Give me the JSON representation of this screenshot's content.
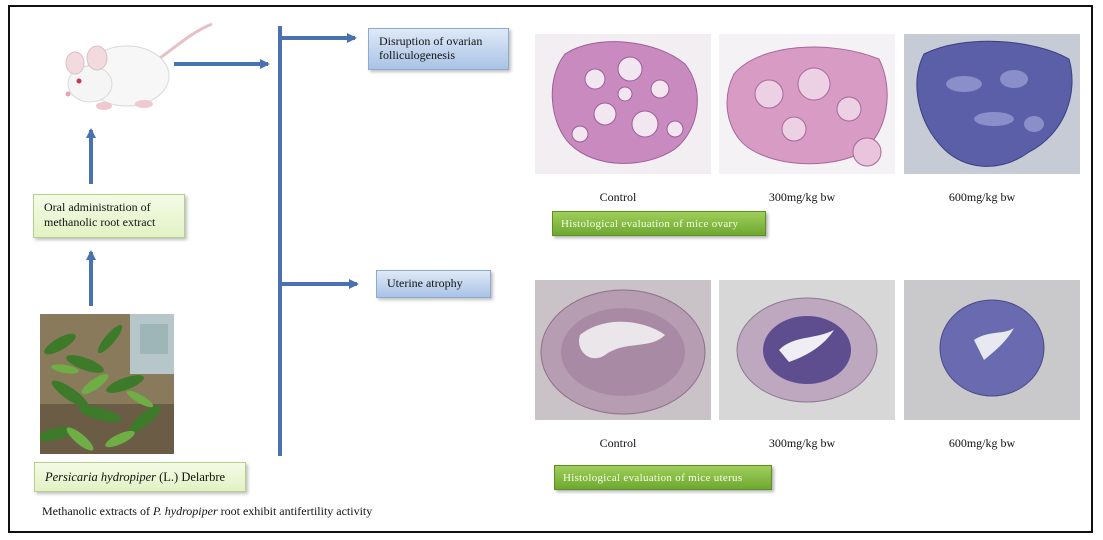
{
  "source": {
    "species": "Persicaria hydropiper",
    "authority": " (L.) Delarbre"
  },
  "administration": {
    "line1": "Oral administration of",
    "line2": "methanolic root extract"
  },
  "effects": {
    "ovary_effect_line1": "Disruption of ovarian",
    "ovary_effect_line2": "folliculogenesis",
    "uterus_effect": "Uterine atrophy"
  },
  "ovary_panel": {
    "captions": [
      "Control",
      "300mg/kg bw",
      "600mg/kg bw"
    ],
    "label": "Histological  evaluation  of mice  ovary"
  },
  "uterus_panel": {
    "captions": [
      "Control",
      "300mg/kg bw",
      "600mg/kg bw"
    ],
    "label": "Histological  evaluation  of mice   uterus"
  },
  "conclusion": {
    "prefix": "Methanolic extracts of ",
    "species_abbr": "P. hydropiper",
    "suffix": " root exhibit antifertility activity"
  },
  "colors": {
    "arrow_blue": "#4a72b0",
    "green_box": "#e2f2c4",
    "blue_box": "#a9c3e6",
    "dark_green_box": "#6ea830",
    "ovary_stain": "#c98bbf",
    "ovary_dark_stain": "#5a5fa8",
    "uterus_stain": "#9c7f9c"
  }
}
